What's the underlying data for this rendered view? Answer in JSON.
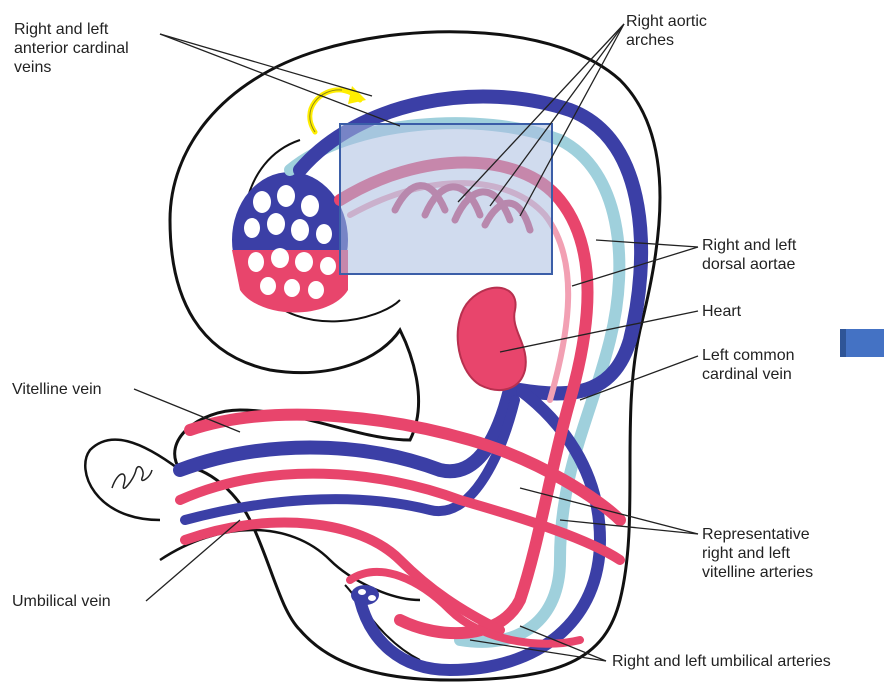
{
  "colors": {
    "artery": "#e8456c",
    "vein": "#3b3fa6",
    "light_vessel": "#9fd0dc",
    "outline": "#111111",
    "highlight_box_fill": "#a9bde0",
    "highlight_box_stroke": "#3b5ea8",
    "annotation_arrow": "#ffee00",
    "side_marker": "#4472c4"
  },
  "labels": {
    "anterior_cardinal": {
      "line1": "Right and left",
      "line2": "anterior cardinal",
      "line3": "veins"
    },
    "aortic_arches": {
      "line1": "Right aortic",
      "line2": "arches"
    },
    "dorsal_aortae": {
      "line1": "Right and left",
      "line2": "dorsal aortae"
    },
    "heart": {
      "line1": "Heart"
    },
    "common_cardinal": {
      "line1": "Left common",
      "line2": "cardinal vein"
    },
    "vitelline_vein": {
      "line1": "Vitelline vein"
    },
    "vitelline_arteries": {
      "line1": "Representative",
      "line2": "right and left",
      "line3": "vitelline arteries"
    },
    "umbilical_vein": {
      "line1": "Umbilical vein"
    },
    "umbilical_arteries": {
      "line1": "Right and left umbilical arteries"
    }
  },
  "icons": {
    "annotation_arrow": "curved-arrow-icon",
    "side_marker": "square-marker-icon"
  }
}
